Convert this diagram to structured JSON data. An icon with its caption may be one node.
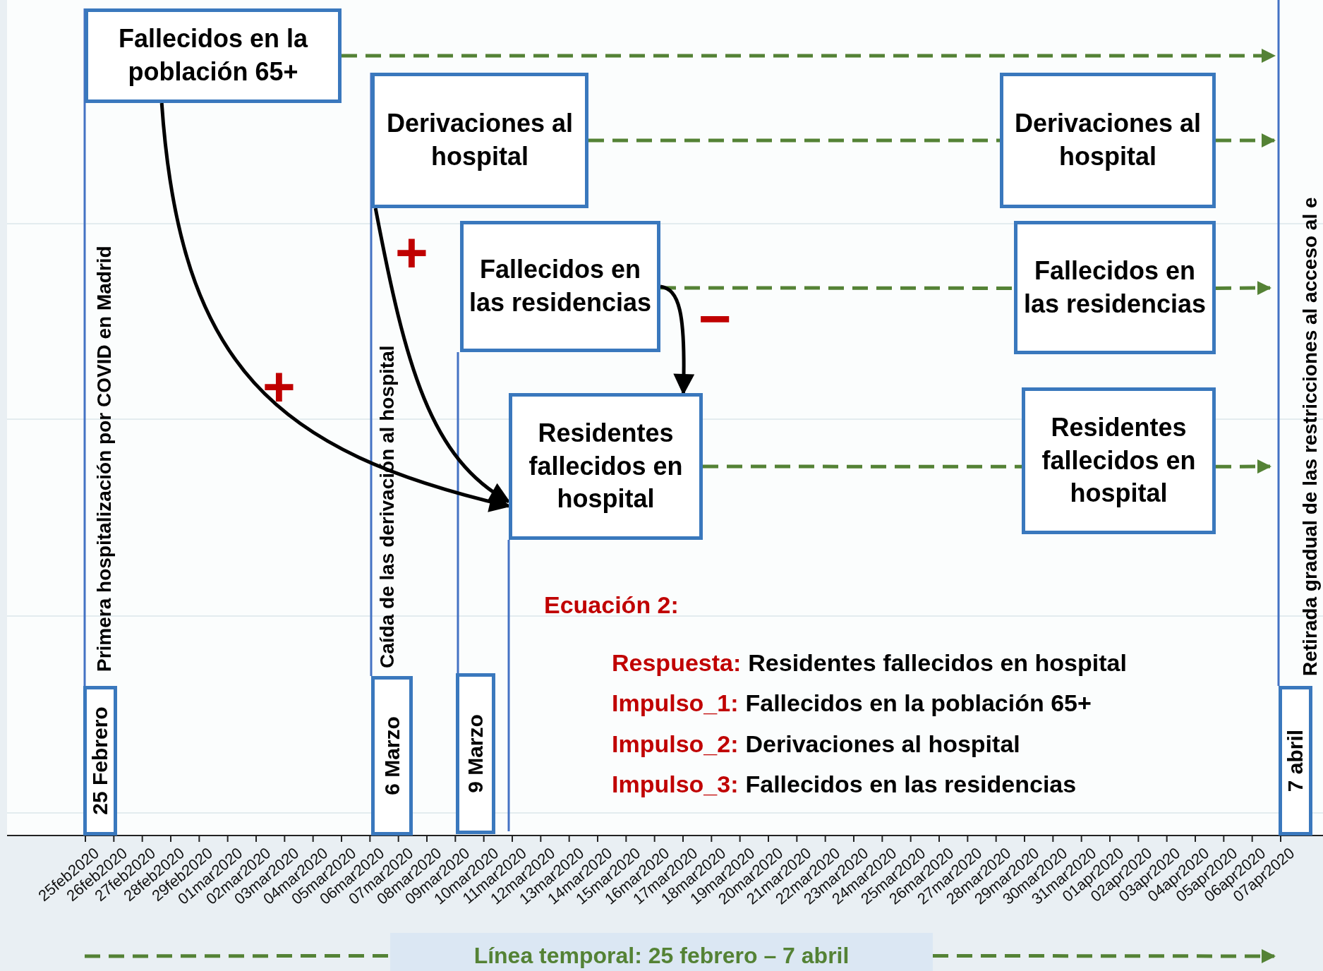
{
  "diagram": {
    "nodes": [
      {
        "text": [
          "Fallecidos en la población 65+"
        ]
      },
      {
        "text": [
          "Derivaciones al hospital"
        ]
      },
      {
        "text": [
          "Fallecidos en las residencias"
        ]
      },
      {
        "text": [
          "Residentes fallecidos en hospital"
        ]
      },
      {
        "text": [
          "Derivaciones al hospital"
        ]
      },
      {
        "text": [
          "Fallecidos en las residencias"
        ]
      },
      {
        "text": [
          "Residentes fallecidos en hospital"
        ]
      },
      {
        "text": [
          "25 Febrero"
        ]
      },
      {
        "text": [
          "6 Marzo"
        ]
      },
      {
        "text": [
          "9 Marzo"
        ]
      },
      {
        "text": [
          "7 abril"
        ]
      },
      {
        "text": [
          "Línea temporal: 25 febrero – 7 abril"
        ]
      }
    ],
    "edges": [
      {
        "from": 0,
        "to": null,
        "arrow": "to",
        "style": "dashed"
      },
      {
        "from": 1,
        "to": 4,
        "arrow": "none",
        "style": "dashed"
      },
      {
        "from": 4,
        "to": null,
        "arrow": "to",
        "style": "dashed"
      },
      {
        "from": 2,
        "to": 5,
        "arrow": "none",
        "style": "dashed"
      },
      {
        "from": 5,
        "to": null,
        "arrow": "to",
        "style": "dashed"
      },
      {
        "from": 3,
        "to": 6,
        "arrow": "none",
        "style": "dashed"
      },
      {
        "from": 6,
        "to": null,
        "arrow": "to",
        "style": "dashed"
      },
      {
        "from": 0,
        "to": 3,
        "arrow": "to",
        "label": "+",
        "color": "#000000"
      },
      {
        "from": 1,
        "to": 3,
        "arrow": "to",
        "label": "+",
        "color": "#000000"
      },
      {
        "from": 2,
        "to": 3,
        "arrow": "to",
        "label": "−",
        "color": "#000000"
      },
      {
        "from": null,
        "to": 11,
        "arrow": "none",
        "style": "dashed"
      },
      {
        "from": 11,
        "to": null,
        "arrow": "to",
        "style": "dashed"
      }
    ],
    "labels": [
      "Primera hospitalización por COVID en Madrid",
      "Caída de las derivación al hospital",
      "Retirada gradual de las restricciones al acceso al e",
      "Ecuación 2:",
      "Respuesta:",
      "Residentes fallecidos en hospital",
      "Impulso_1:",
      "Fallecidos en la población 65+",
      "Impulso_2:",
      "Derivaciones al hospital",
      "Impulso_3:",
      "Fallecidos en las residencias",
      "25feb2020",
      "26feb2020",
      "27feb2020",
      "28feb2020",
      "29feb2020",
      "01mar2020",
      "02mar2020",
      "03mar2020",
      "04mar2020",
      "05mar2020",
      "06mar2020",
      "07mar2020",
      "08mar2020",
      "09mar2020",
      "10mar2020",
      "11mar2020",
      "12mar2020",
      "13mar2020",
      "14mar2020",
      "15mar2020",
      "16mar2020",
      "17mar2020",
      "18mar2020",
      "19mar2020",
      "20mar2020",
      "21mar2020",
      "22mar2020",
      "23mar2020",
      "24mar2020",
      "25mar2020",
      "26mar2020",
      "27mar2020",
      "28mar2020",
      "29mar2020",
      "30mar2020",
      "31mar2020",
      "01apr2020",
      "02apr2020",
      "03apr2020",
      "04apr2020",
      "05apr2020",
      "06apr2020",
      "07apr2020"
    ]
  }
}
